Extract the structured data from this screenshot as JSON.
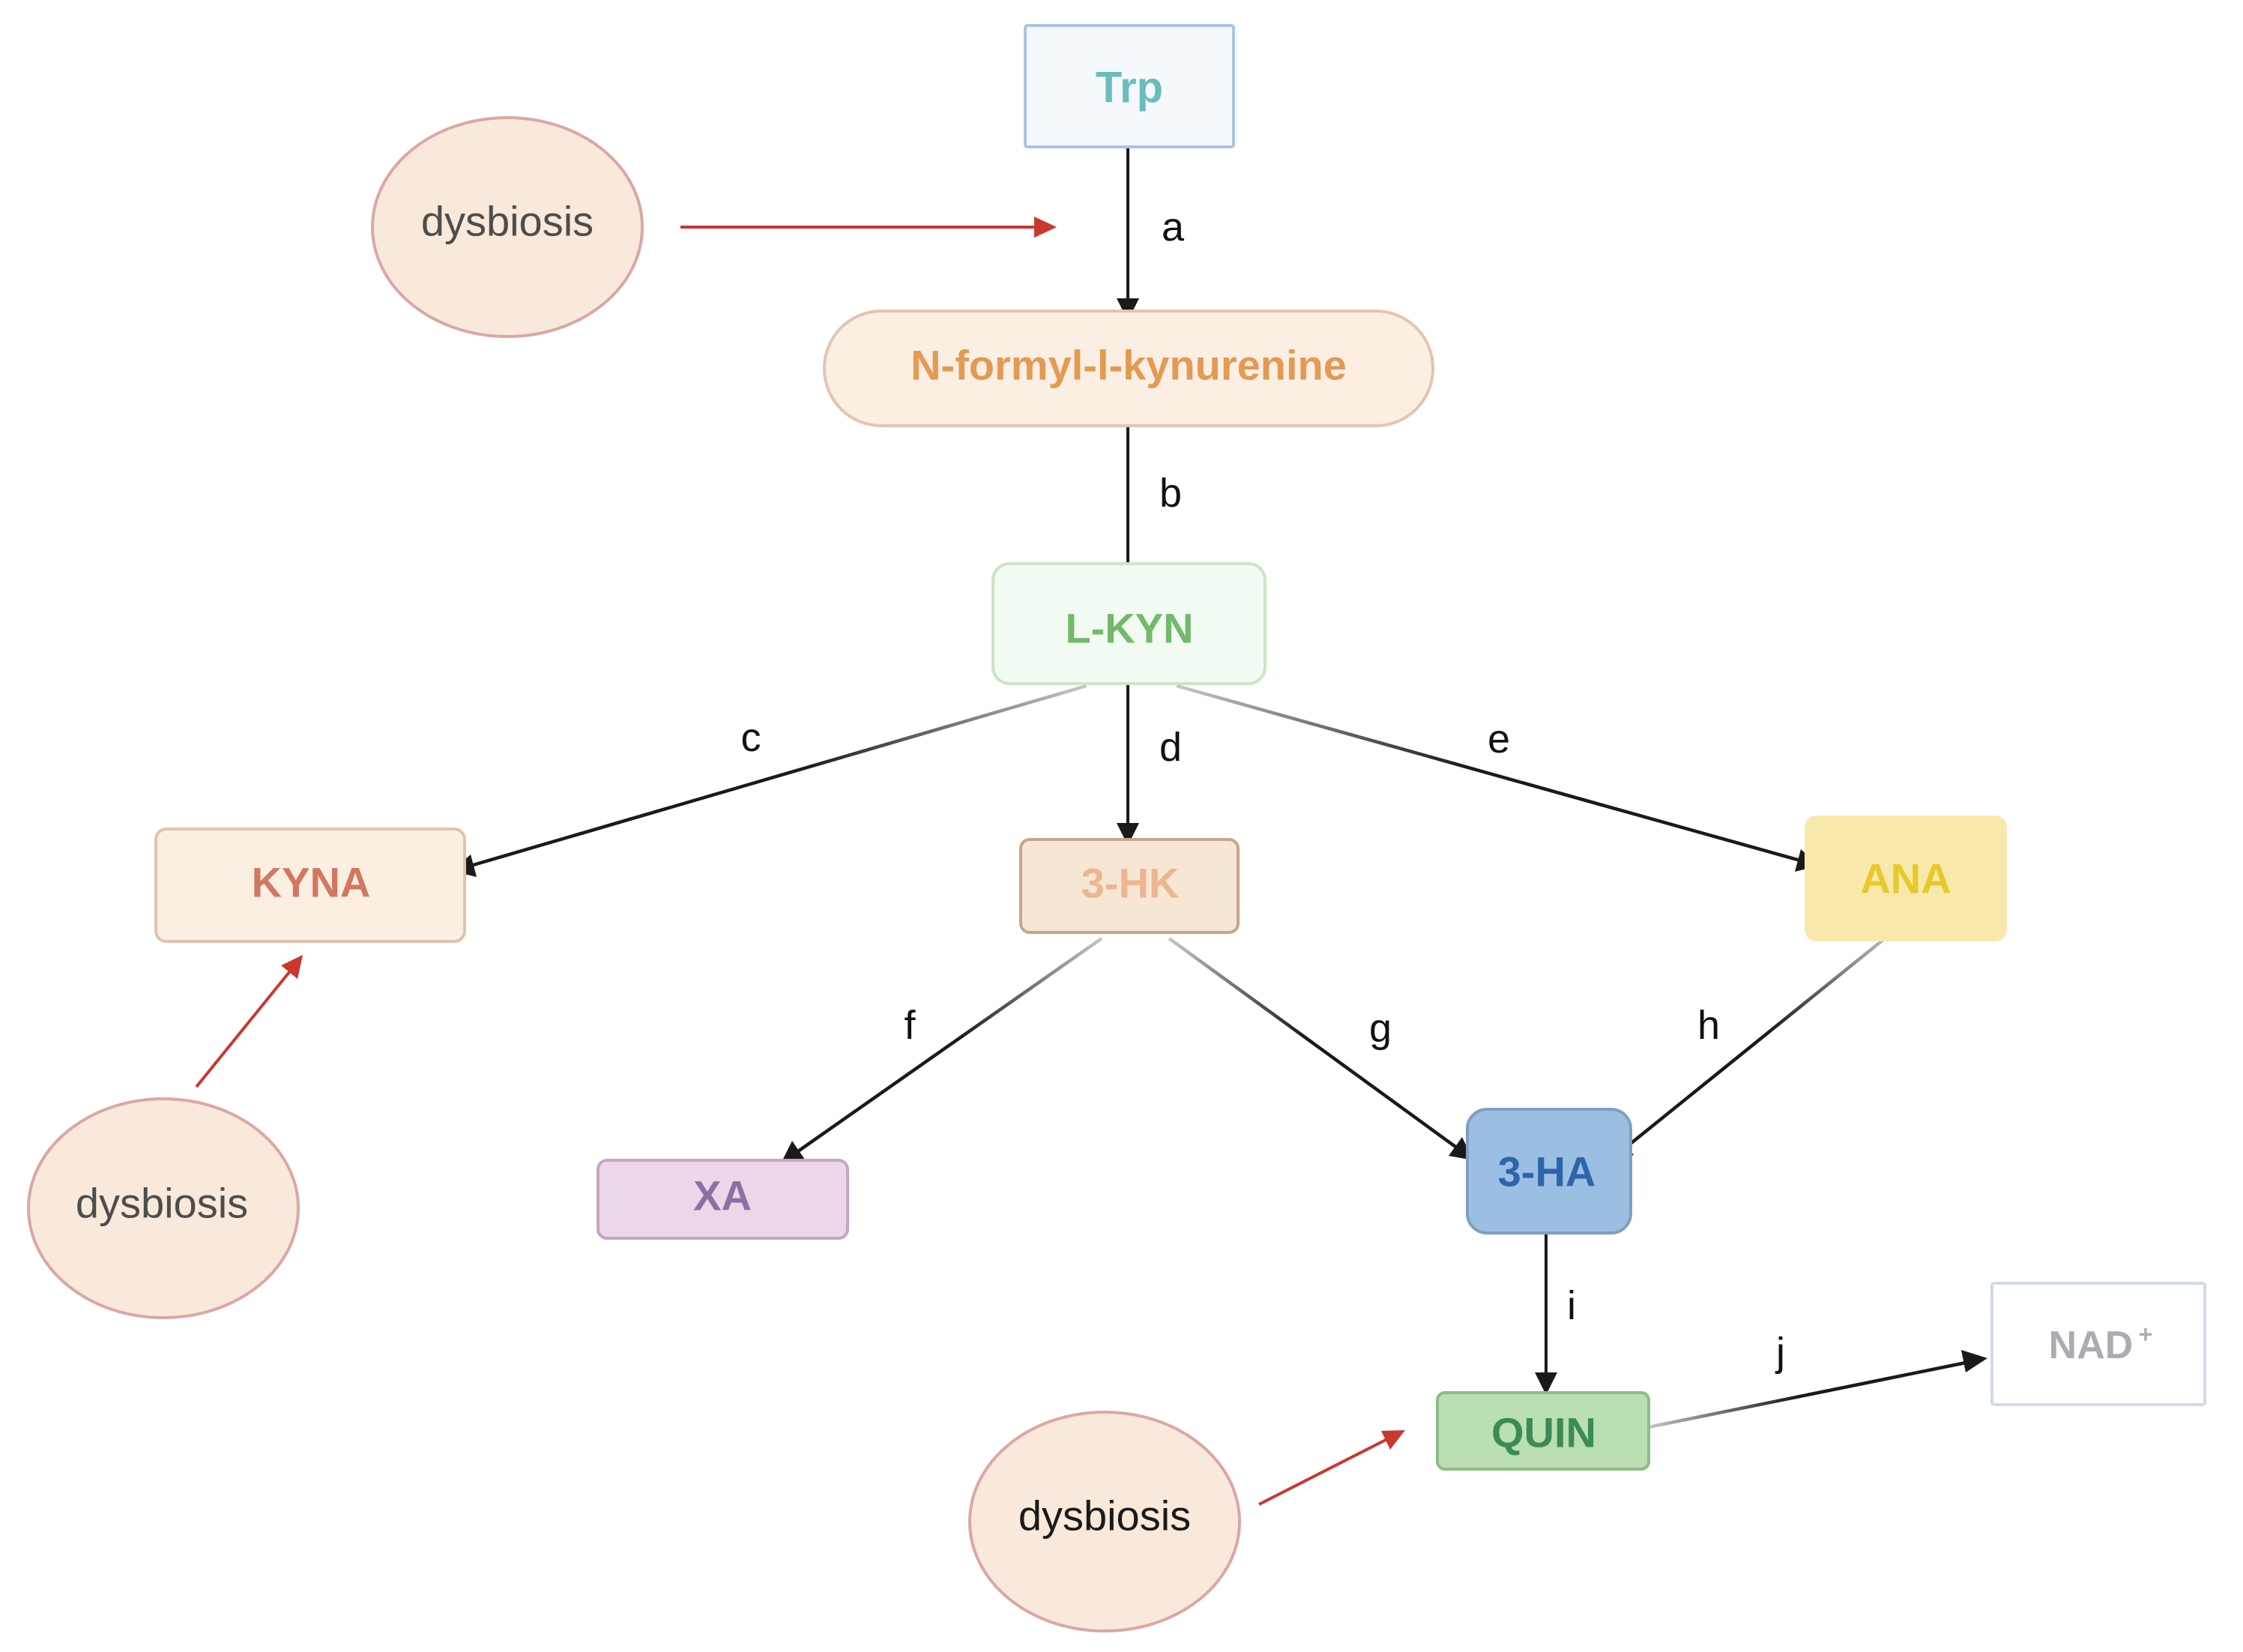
{
  "nodes": {
    "trp": {
      "label": "Trp",
      "fill": "#f5f8fc",
      "stroke": "#aac4e2",
      "text_color": "#6bbcbc"
    },
    "nfk": {
      "label": "N-formyl-l-kynurenine",
      "fill": "#fbefe4",
      "stroke": "#e4c4b0",
      "text_color": "#e39a52"
    },
    "lkyn": {
      "label": "L-KYN",
      "fill": "#f2fbf1",
      "stroke": "#cce4c6",
      "text_color": "#73b96c"
    },
    "kyna": {
      "label": "KYNA",
      "fill": "#fbefe2",
      "stroke": "#e0c2ac",
      "text_color": "#d27760"
    },
    "hk3": {
      "label": "3-HK",
      "fill": "#f6e7d4",
      "stroke": "#c9a587",
      "text_color": "#edb690"
    },
    "ana": {
      "label": "ANA",
      "fill": "#f8e9ab",
      "stroke": "#f8e9ab",
      "text_color": "#e6c92b"
    },
    "xa": {
      "label": "XA",
      "fill": "#ecd7e8",
      "stroke": "#c7a4c2",
      "text_color": "#8d6fa4"
    },
    "ha3": {
      "label": "3-HA",
      "fill": "#9bbfe3",
      "stroke": "#7f9fbf",
      "text_color": "#2d64aa"
    },
    "quin": {
      "label": "QUIN",
      "fill": "#b9dfb2",
      "stroke": "#8dbc87",
      "text_color": "#3a8b56"
    },
    "nad": {
      "label": "NAD",
      "superscript": "+",
      "fill": "#ffffff",
      "stroke": "#d2dae6",
      "text_color": "#a9adb2"
    }
  },
  "dysbiosis": [
    {
      "label": "dysbiosis",
      "fill": "#f8e9db",
      "stroke": "#dca6a6",
      "text_color": "#4d4d4d"
    },
    {
      "label": "dysbiosis",
      "fill": "#f8e9db",
      "stroke": "#dca6a6",
      "text_color": "#4d4d4d"
    },
    {
      "label": "dysbiosis",
      "fill": "#f8e9db",
      "stroke": "#dca6a6",
      "text_color": "#1a1a1a"
    }
  ],
  "steps": [
    "a",
    "b",
    "c",
    "d",
    "e",
    "f",
    "g",
    "h",
    "i",
    "j"
  ],
  "colors": {
    "arrow": "#1a1a1a",
    "dysbiosis_arrow": "#c8382e"
  }
}
